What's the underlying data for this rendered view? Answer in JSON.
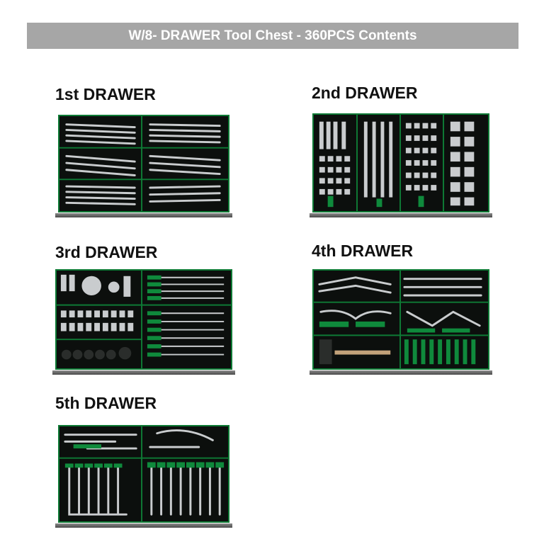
{
  "header": {
    "title": "W/8- DRAWER Tool Chest - 360PCS Contents"
  },
  "drawers": [
    {
      "label": "1st DRAWER"
    },
    {
      "label": "2nd DRAWER"
    },
    {
      "label": "3rd DRAWER"
    },
    {
      "label": "4th DRAWER"
    },
    {
      "label": "5th DRAWER"
    }
  ],
  "colors": {
    "title_bar": "#a6a6a6",
    "tray_frame": "#0e7a35",
    "tray_foam": "#0c0f0d",
    "tool_metal": "#c9ccce",
    "tool_handle": "#0f8a3c"
  }
}
